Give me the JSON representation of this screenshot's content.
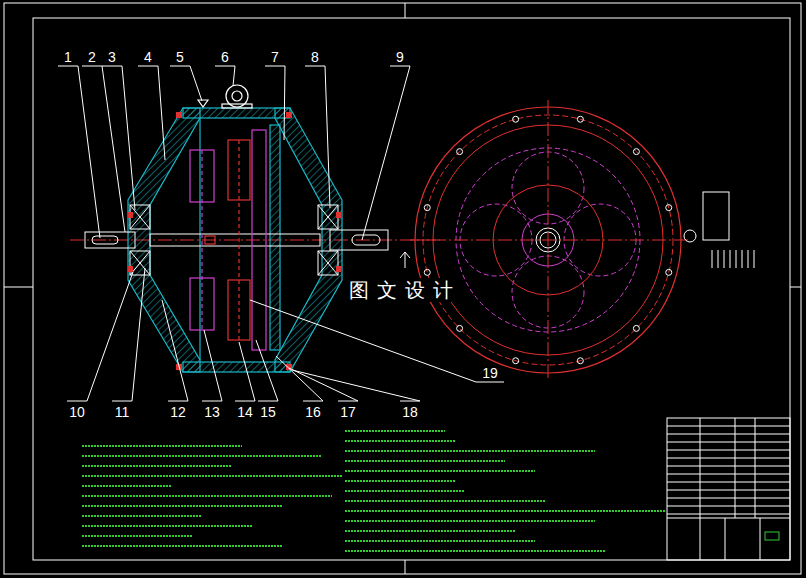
{
  "diagram": {
    "labels": [
      "1",
      "2",
      "3",
      "4",
      "5",
      "6",
      "7",
      "8",
      "9",
      "10",
      "11",
      "12",
      "13",
      "14",
      "15",
      "16",
      "17",
      "18",
      "19",
      "图文设计"
    ]
  }
}
